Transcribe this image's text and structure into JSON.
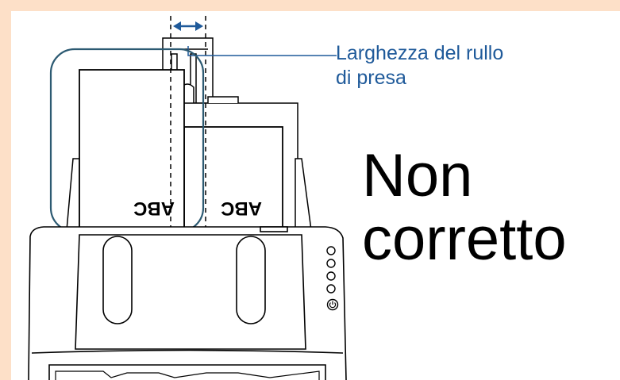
{
  "callout": {
    "line1": "Larghezza del rullo",
    "line2": "di presa"
  },
  "verdict": {
    "line1": "Non",
    "line2": "corretto"
  },
  "sheet_text": "ABC",
  "colors": {
    "background": "#fde0c8",
    "callout_text": "#1f5a9a",
    "highlight_outline": "#2c5a72",
    "arrow": "#1f5a9a"
  },
  "icons": [
    "power-icon",
    "status-lamp-icon"
  ]
}
